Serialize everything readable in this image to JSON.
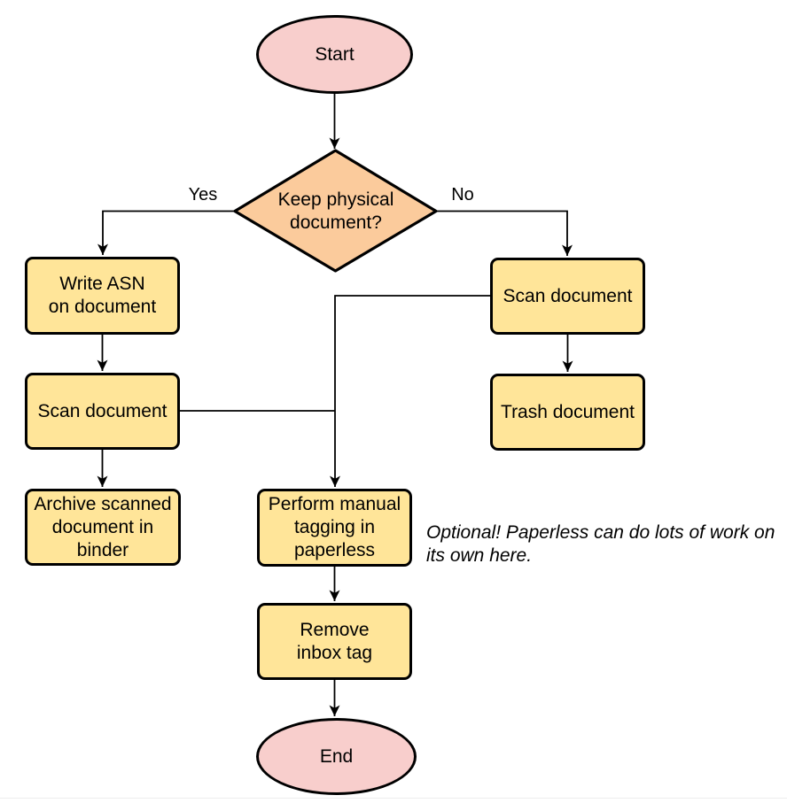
{
  "flowchart": {
    "nodes": {
      "start": {
        "id": "start",
        "label": "Start",
        "shape": "ellipse",
        "fill": "#f8cecc"
      },
      "keep_physical": {
        "id": "keep_physical",
        "label": "Keep physical\ndocument?",
        "shape": "diamond",
        "fill": "#fbcb9c"
      },
      "write_asn": {
        "id": "write_asn",
        "label": "Write ASN\non document",
        "shape": "rounded-rect",
        "fill": "#ffe599"
      },
      "scan_document_left": {
        "id": "scan_document_left",
        "label": "Scan document",
        "shape": "rounded-rect",
        "fill": "#ffe599"
      },
      "archive_binder": {
        "id": "archive_binder",
        "label": "Archive scanned\ndocument in\nbinder",
        "shape": "rounded-rect",
        "fill": "#ffe599"
      },
      "scan_document_right": {
        "id": "scan_document_right",
        "label": "Scan document",
        "shape": "rounded-rect",
        "fill": "#ffe599"
      },
      "trash_document": {
        "id": "trash_document",
        "label": "Trash document",
        "shape": "rounded-rect",
        "fill": "#ffe599"
      },
      "manual_tagging": {
        "id": "manual_tagging",
        "label": "Perform manual\ntagging in\npaperless",
        "shape": "rounded-rect",
        "fill": "#ffe599"
      },
      "remove_inbox_tag": {
        "id": "remove_inbox_tag",
        "label": "Remove\ninbox tag",
        "shape": "rounded-rect",
        "fill": "#ffe599"
      },
      "end": {
        "id": "end",
        "label": "End",
        "shape": "ellipse",
        "fill": "#f8cecc"
      }
    },
    "edges": [
      {
        "from": "start",
        "to": "keep_physical",
        "label": ""
      },
      {
        "from": "keep_physical",
        "to": "write_asn",
        "label": "Yes"
      },
      {
        "from": "keep_physical",
        "to": "scan_document_right",
        "label": "No"
      },
      {
        "from": "write_asn",
        "to": "scan_document_left",
        "label": ""
      },
      {
        "from": "scan_document_left",
        "to": "archive_binder",
        "label": ""
      },
      {
        "from": "scan_document_right",
        "to": "trash_document",
        "label": ""
      },
      {
        "from": "scan_document_right",
        "to": "manual_tagging",
        "label": ""
      },
      {
        "from": "scan_document_left",
        "to": "manual_tagging",
        "label": ""
      },
      {
        "from": "manual_tagging",
        "to": "remove_inbox_tag",
        "label": ""
      },
      {
        "from": "remove_inbox_tag",
        "to": "end",
        "label": ""
      }
    ],
    "note": "Optional! Paperless can do lots of work on\nits own here.",
    "colors": {
      "process_fill": "#ffe599",
      "decision_fill": "#fbcb9c",
      "terminator_fill": "#f8cecc",
      "stroke": "#000000",
      "line": "#000000",
      "background": "#ffffff",
      "bottom_divider": "#ededed"
    }
  }
}
